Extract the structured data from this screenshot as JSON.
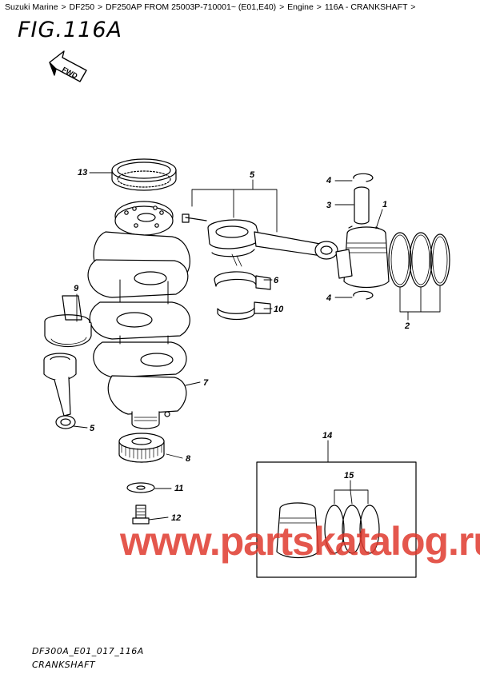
{
  "breadcrumb": [
    "Suzuki Marine",
    "DF250",
    "DF250AP FROM 25003P-710001~ (E01,E40)",
    "Engine",
    "116A - CRANKSHAFT"
  ],
  "breadcrumb_separator": ">",
  "figure_title": "FIG.116A",
  "fwd_label": "FWD",
  "callouts": [
    "1",
    "2",
    "3",
    "4",
    "4",
    "5",
    "5",
    "6",
    "7",
    "8",
    "9",
    "10",
    "11",
    "12",
    "13",
    "14",
    "15"
  ],
  "watermark": "www.partskatalog.ru",
  "footer": {
    "drawing_code": "DF300A_E01_017_116A",
    "caption": "CRANKSHAFT"
  }
}
